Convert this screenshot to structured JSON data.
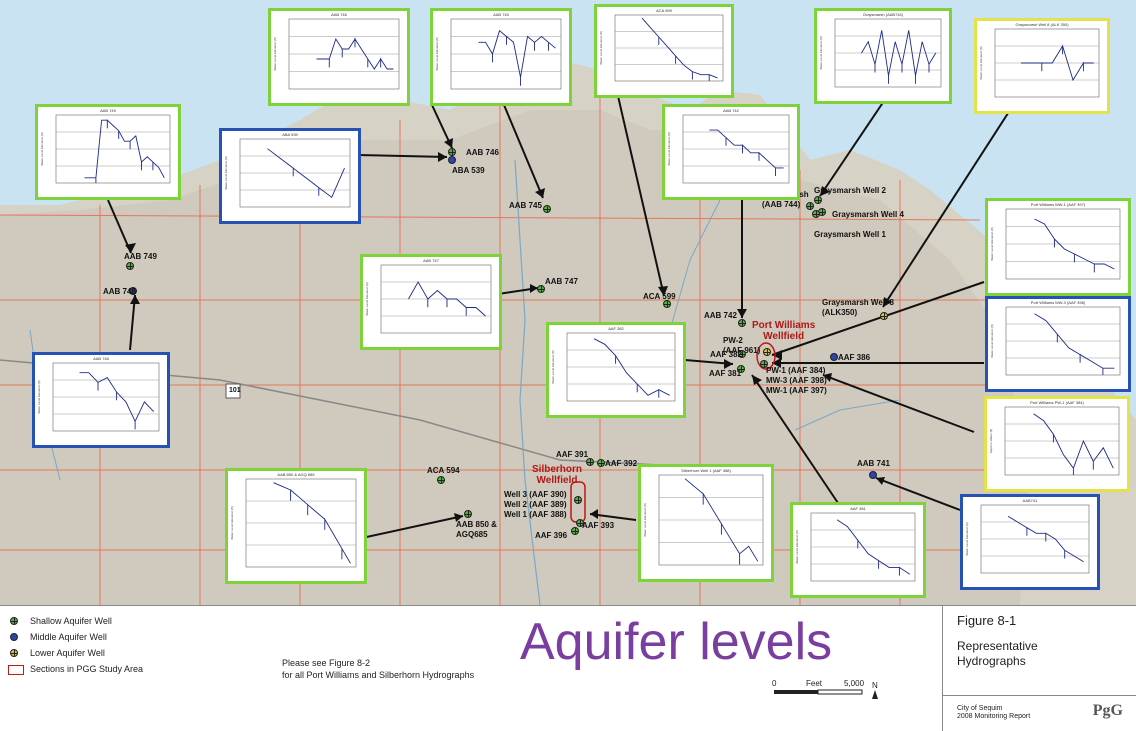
{
  "figure": {
    "title": "Aquifer levels",
    "number": "Figure 8-1",
    "description_line1": "Representative",
    "description_line2": "Hydrographs",
    "report_line1": "City of Sequim",
    "report_line2": "2008 Monitoring Report",
    "logo": "PgG",
    "note_line1": "Please see Figure 8-2",
    "note_line2": "for all Port Williams and Silberhorn Hydrographs"
  },
  "legend": [
    {
      "type": "shallow",
      "label": "Shallow Aquifer Well"
    },
    {
      "type": "middle",
      "label": "Middle Aquifer Well"
    },
    {
      "type": "lower",
      "label": "Lower Aquifer Well"
    },
    {
      "type": "section",
      "label": "Sections in PGG Study Area"
    }
  ],
  "scale": {
    "zero": "0",
    "unit": "Feet",
    "max": "5,000",
    "north": "N"
  },
  "colors": {
    "shallow": "#4fb83a",
    "middle": "#2a45b0",
    "lower": "#d8c82a",
    "wellfield": "#c01818",
    "road": "#e8684a",
    "water": "#c9e3f2",
    "title": "#7a3ea0"
  },
  "map_labels": {
    "wellfield_pw": "Port Williams\nWellfield",
    "wellfield_sb": "Silberhorn\nWellfield",
    "highway": "101"
  },
  "wells": [
    {
      "id": "aab749",
      "label": "AAB 749",
      "type": "shallow"
    },
    {
      "id": "aab748",
      "label": "AAB 748",
      "type": "middle"
    },
    {
      "id": "aab746",
      "label": "AAB 746",
      "type": "shallow"
    },
    {
      "id": "aba539",
      "label": "ABA 539",
      "type": "middle"
    },
    {
      "id": "aab745",
      "label": "AAB 745",
      "type": "shallow"
    },
    {
      "id": "aab747",
      "label": "AAB 747",
      "type": "shallow"
    },
    {
      "id": "aca599",
      "label": "ACA 599",
      "type": "shallow"
    },
    {
      "id": "aab742",
      "label": "AAB 742",
      "type": "shallow"
    },
    {
      "id": "gm744",
      "label": "Graysmarsh\n(AAB 744)",
      "type": "shallow"
    },
    {
      "id": "gm2",
      "label": "Graysmarsh Well 2",
      "type": "shallow"
    },
    {
      "id": "gm4",
      "label": "Graysmarsh Well 4",
      "type": "shallow"
    },
    {
      "id": "gm1",
      "label": "Graysmarsh Well 1",
      "type": "shallow"
    },
    {
      "id": "gm8",
      "label": "Graysmarsh Well 8\n(ALK350)",
      "type": "lower"
    },
    {
      "id": "pw2",
      "label": "PW-2\n(AAF 961)",
      "type": "lower"
    },
    {
      "id": "aaf382",
      "label": "AAF 382",
      "type": "shallow"
    },
    {
      "id": "aaf381",
      "label": "AAF 381",
      "type": "shallow"
    },
    {
      "id": "aaf386",
      "label": "AAF 386",
      "type": "middle"
    },
    {
      "id": "pw1",
      "label": "PW-1 (AAF 384)\nMW-3 (AAF 398)\nMW-1 (AAF 397)",
      "type": "shallow"
    },
    {
      "id": "aaf391",
      "label": "AAF 391",
      "type": "shallow"
    },
    {
      "id": "aaf392",
      "label": "AAF 392",
      "type": "shallow"
    },
    {
      "id": "aca594",
      "label": "ACA 594",
      "type": "shallow"
    },
    {
      "id": "aab850",
      "label": "AAB 850 &\nAGQ685",
      "type": "shallow"
    },
    {
      "id": "sbwells",
      "label": "Well 3 (AAF 390)\nWell 2 (AAF 389)\nWell 1 (AAF 388)",
      "type": "shallow"
    },
    {
      "id": "aaf393",
      "label": "AAF 393",
      "type": "shallow"
    },
    {
      "id": "aaf396",
      "label": "AAF 396",
      "type": "shallow"
    },
    {
      "id": "aab741",
      "label": "AAB 741",
      "type": "middle"
    }
  ],
  "hydrographs": [
    {
      "id": "h749",
      "title": "AAB 749",
      "frame": "green",
      "trend": [
        -12,
        -12,
        -12,
        -1,
        -1,
        -2,
        -3,
        -5,
        -5,
        -4,
        -9,
        -8,
        -9,
        -10,
        -12
      ],
      "ylabel": "Water Level Elevation (ft)"
    },
    {
      "id": "h746",
      "title": "AAB 746",
      "frame": "green",
      "trend": [
        0,
        0,
        0,
        1,
        0.5,
        0.5,
        1,
        0.5,
        0,
        -0.5,
        0,
        -0.5,
        -0.5
      ],
      "ylabel": "Water Level Elevation (ft)"
    },
    {
      "id": "h745",
      "title": "AAB 745",
      "frame": "green",
      "trend": [
        0,
        0,
        -1,
        1,
        0.5,
        0,
        -3,
        0.5,
        0,
        0.5,
        0,
        -0.5
      ],
      "ylabel": "Water Level Elevation (ft)"
    },
    {
      "id": "h599",
      "title": "ACA 599",
      "frame": "green",
      "trend": [
        10,
        7,
        4,
        1,
        -2,
        -5,
        -7,
        -8,
        -8,
        -9
      ],
      "ylabel": "Water Level Elevation (ft)"
    },
    {
      "id": "hgm",
      "title": "Graysmarsh (AAB744)",
      "frame": "green",
      "trend": [
        -1,
        0,
        -2,
        1,
        -3,
        0,
        -2,
        1,
        -3,
        0,
        -2,
        -1
      ],
      "ylabel": "Water Level Elevation (ft)"
    },
    {
      "id": "hgm8",
      "title": "Graysmarsh Well 8 (ALK 350)",
      "frame": "yellow",
      "trend": [
        0,
        0,
        0,
        0,
        1,
        -1,
        0,
        0
      ],
      "ylabel": "Water Level Elevation (ft)"
    },
    {
      "id": "h539",
      "title": "ABA 539",
      "frame": "blue",
      "trend": [
        2,
        1,
        0,
        -1,
        -2,
        -3,
        0
      ],
      "ylabel": "Water Level Elevation (ft)"
    },
    {
      "id": "h742",
      "title": "AAB 742",
      "frame": "green",
      "trend": [
        2,
        2,
        1.5,
        1,
        1,
        0.5,
        0.5,
        0,
        -0.5,
        -0.5
      ],
      "ylabel": "Water Level Elevation (ft)"
    },
    {
      "id": "h747",
      "title": "AAB 747",
      "frame": "green",
      "trend": [
        0,
        1,
        0,
        0.5,
        0,
        0,
        -0.5,
        -0.5,
        -1
      ],
      "ylabel": "Water Level Elevation (ft)"
    },
    {
      "id": "hpwmw1",
      "title": "Port Williams MW-1 (AAF 397)",
      "frame": "green",
      "trend": [
        2,
        1.5,
        0,
        -1,
        -1.5,
        -2,
        -2.5,
        -2.5,
        -3
      ],
      "ylabel": "Water Level Elevation (ft)"
    },
    {
      "id": "h748",
      "title": "AAB 748",
      "frame": "blue",
      "trend": [
        0,
        0,
        -1,
        -0.5,
        -2,
        -3,
        -5,
        -3,
        -4
      ],
      "ylabel": "Water Level Elevation (ft)"
    },
    {
      "id": "h382",
      "title": "AAF 382",
      "frame": "green",
      "trend": [
        -2,
        -3,
        -5,
        -8,
        -10,
        -12,
        -11,
        -12
      ],
      "ylabel": "Water Level Elevation (ft)"
    },
    {
      "id": "hpwmw3",
      "title": "Port Williams MW-3 (AAF 398)",
      "frame": "blue",
      "trend": [
        0,
        -1,
        -3,
        -5,
        -6,
        -7,
        -8,
        -8
      ],
      "ylabel": "Water Level Elevation (ft)"
    },
    {
      "id": "hpw1",
      "title": "Port Williams PW-1 (AAF 384)",
      "frame": "yellow",
      "trend": [
        -2,
        -3,
        -5,
        -8,
        -10,
        -6,
        -9,
        -7,
        -10
      ],
      "ylabel": "Depth to Water (ft)"
    },
    {
      "id": "h850",
      "title": "AAB 850 & AGQ 685",
      "frame": "green",
      "trend": [
        10,
        9,
        8,
        6,
        4,
        2,
        0,
        -4,
        -8,
        -12
      ],
      "ylabel": "Water Level Elevation (ft)"
    },
    {
      "id": "hsb1",
      "title": "Silberhorn Well 1 (AAF 388)",
      "frame": "green",
      "trend": [
        0,
        -2,
        -4,
        -8,
        -12,
        -16,
        -20,
        -18,
        -22
      ],
      "ylabel": "Water Level Elevation (ft)"
    },
    {
      "id": "h381",
      "title": "AAF 381",
      "frame": "green",
      "trend": [
        -2,
        -3,
        -5,
        -7,
        -8,
        -9,
        -9,
        -10
      ],
      "ylabel": "Water Level Elevation (ft)"
    },
    {
      "id": "h741",
      "title": "AAB741",
      "frame": "blue",
      "trend": [
        2,
        1.5,
        1,
        0.5,
        0.5,
        0,
        -1,
        -1.5,
        -2
      ],
      "ylabel": "Water Level Elevation (ft)"
    }
  ]
}
